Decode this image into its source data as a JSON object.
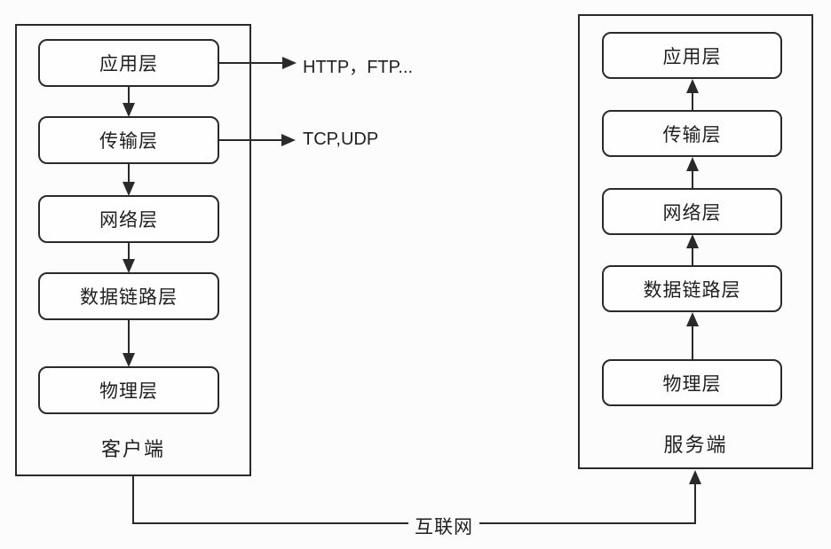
{
  "client": {
    "title": "客户端",
    "layers": [
      "应用层",
      "传输层",
      "网络层",
      "数据链路层",
      "物理层"
    ]
  },
  "server": {
    "title": "服务端",
    "layers": [
      "应用层",
      "传输层",
      "网络层",
      "数据链路层",
      "物理层"
    ]
  },
  "annotations": {
    "application_protocols": "HTTP，FTP...",
    "transport_protocols": "TCP,UDP",
    "network": "互联网"
  },
  "colors": {
    "line": "#2a2a2a",
    "background": "#fcfcfc",
    "box_fill": "#fefefe"
  }
}
